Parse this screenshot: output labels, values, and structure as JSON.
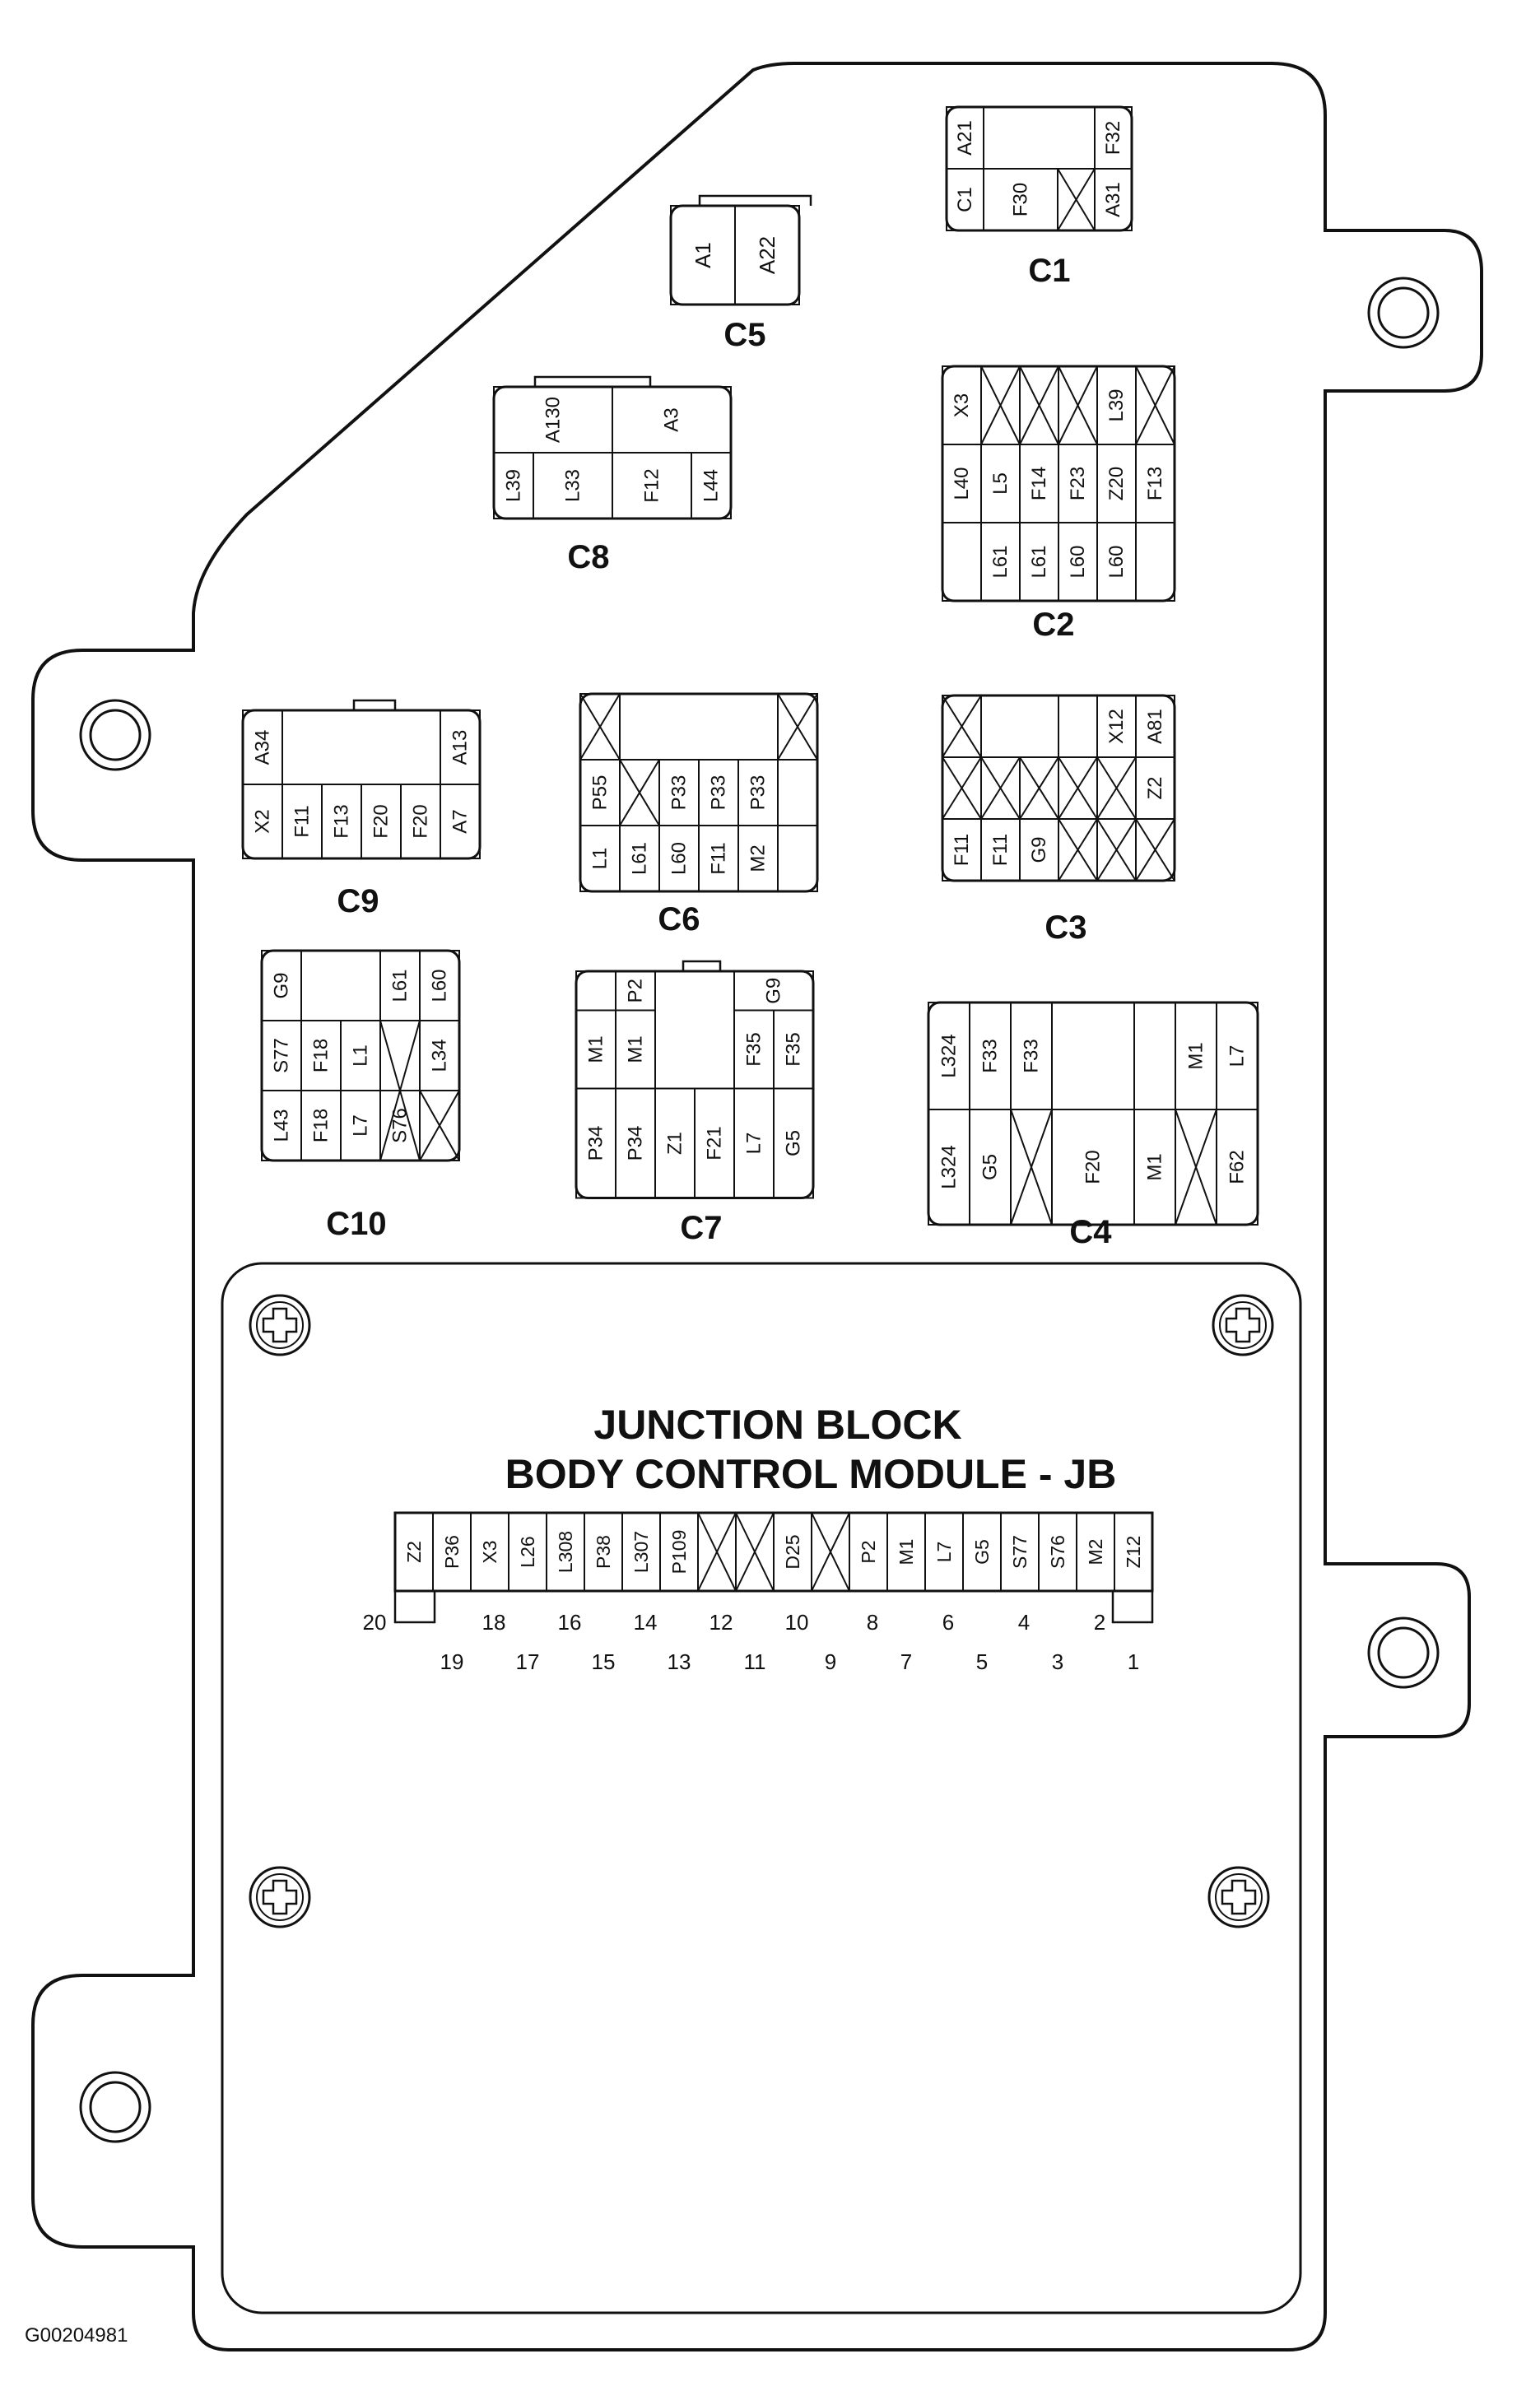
{
  "title": {
    "line1": "JUNCTION BLOCK",
    "line2": "BODY CONTROL MODULE - JB"
  },
  "figure_id": "G00204981",
  "colors": {
    "line": "#111111",
    "background": "#ffffff"
  },
  "icons": {
    "screw": "phillips-screw-icon",
    "mount_hole": "mounting-hole-icon",
    "empty_cavity": "empty-cavity-x-icon"
  },
  "connectors": {
    "C1": {
      "label": "C1",
      "pins": [
        "A21",
        "F32",
        "C1",
        "F30",
        "A31"
      ]
    },
    "C5": {
      "label": "C5",
      "pins": [
        "A1",
        "A22"
      ]
    },
    "C8": {
      "label": "C8",
      "pins": [
        "A130",
        "A3",
        "L39",
        "L33",
        "F12",
        "L44"
      ]
    },
    "C2": {
      "label": "C2",
      "pins": [
        "X3",
        "L39",
        "L40",
        "L5",
        "F14",
        "F23",
        "Z20",
        "F13",
        "L61",
        "L61",
        "L60",
        "L60"
      ]
    },
    "C9": {
      "label": "C9",
      "pins": [
        "A34",
        "A13",
        "X2",
        "F11",
        "F13",
        "F20",
        "F20",
        "A7"
      ]
    },
    "C6": {
      "label": "C6",
      "pins": [
        "P55",
        "P33",
        "P33",
        "P33",
        "L1",
        "L61",
        "L60",
        "F11",
        "M2"
      ]
    },
    "C3": {
      "label": "C3",
      "pins": [
        "X12",
        "A81",
        "Z2",
        "F11",
        "F11",
        "G9"
      ]
    },
    "C10": {
      "label": "C10",
      "pins": [
        "G9",
        "L61",
        "L60",
        "S77",
        "F18",
        "L1",
        "L34",
        "L43",
        "F18",
        "L7",
        "S76"
      ]
    },
    "C7": {
      "label": "C7",
      "pins": [
        "P2",
        "G9",
        "M1",
        "M1",
        "F35",
        "F35",
        "P34",
        "P34",
        "Z1",
        "F21",
        "L7",
        "G5"
      ]
    },
    "C4": {
      "label": "C4",
      "pins": [
        "L324",
        "F33",
        "F33",
        "M1",
        "L7",
        "L324",
        "G5",
        "F20",
        "M1",
        "F62"
      ]
    }
  },
  "jb_connector": {
    "pins": [
      "Z2",
      "P36",
      "X3",
      "L26",
      "L308",
      "P38",
      "L307",
      "P109",
      "",
      "",
      "D25",
      "",
      "P2",
      "M1",
      "L7",
      "G5",
      "S77",
      "S76",
      "M2",
      "Z12"
    ],
    "top_numbers": [
      "20",
      "18",
      "16",
      "14",
      "12",
      "10",
      "8",
      "6",
      "4",
      "2"
    ],
    "bottom_numbers": [
      "19",
      "17",
      "15",
      "13",
      "11",
      "9",
      "7",
      "5",
      "3",
      "1"
    ]
  }
}
